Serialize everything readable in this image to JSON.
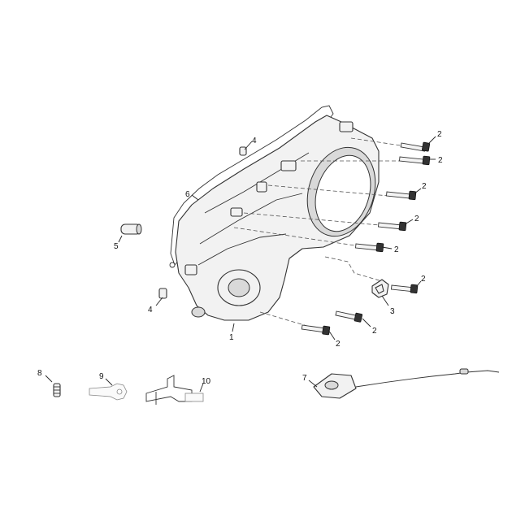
{
  "callouts": {
    "case_cover": "1",
    "bolt_a": "2",
    "bolt_b": "2",
    "bolt_c": "2",
    "bolt_d": "2",
    "bolt_e": "2",
    "bolt_f": "2",
    "bolt_g": "2",
    "bolt_h": "2",
    "clip": "3",
    "pin_upper": "4",
    "pin_lower": "4",
    "dowel": "5",
    "gasket": "6",
    "cable_bracket": "7",
    "spring_pin": "8",
    "tag": "9",
    "wire_clip": "10"
  }
}
